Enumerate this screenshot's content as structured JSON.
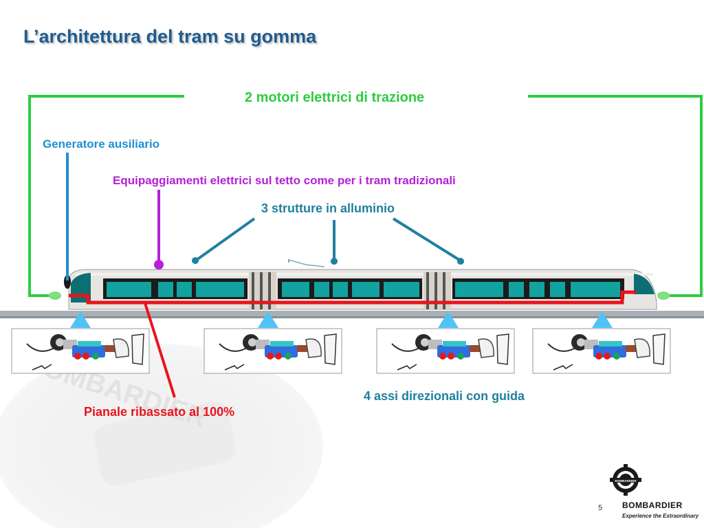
{
  "slide": {
    "title": "L’architettura del tram su gomma",
    "page_number": "5"
  },
  "labels": {
    "motors": "2 motori elettrici di trazione",
    "aux_generator": "Generatore ausiliario",
    "roof_equipment": "Equipaggiamenti elettrici sul tetto come per i tram tradizionali",
    "aluminum_structures": "3 strutture in alluminio",
    "steering_axles": "4 assi direzionali con guida",
    "low_floor": "Pianale ribassato al 100%"
  },
  "branding": {
    "company": "BOMBARDIER",
    "tagline": "Experience the Extraordinary",
    "logo_badge": "BOMBARDIER",
    "watermark_text": "BOMBARDIER"
  },
  "colors": {
    "title": "#1f5c8e",
    "motors_line": "#2ecc40",
    "generator": "#1e8fd0",
    "roof": "#b420d9",
    "structures": "#1f80a0",
    "floor": "#e8141c",
    "axle_arrow": "#4fc3f7",
    "tram_window": "#0f8a8a"
  },
  "icons": [
    "tram-illustration",
    "bogie-axle-icon",
    "up-arrow-icon",
    "bombardier-logo-icon",
    "watermark-icon"
  ]
}
